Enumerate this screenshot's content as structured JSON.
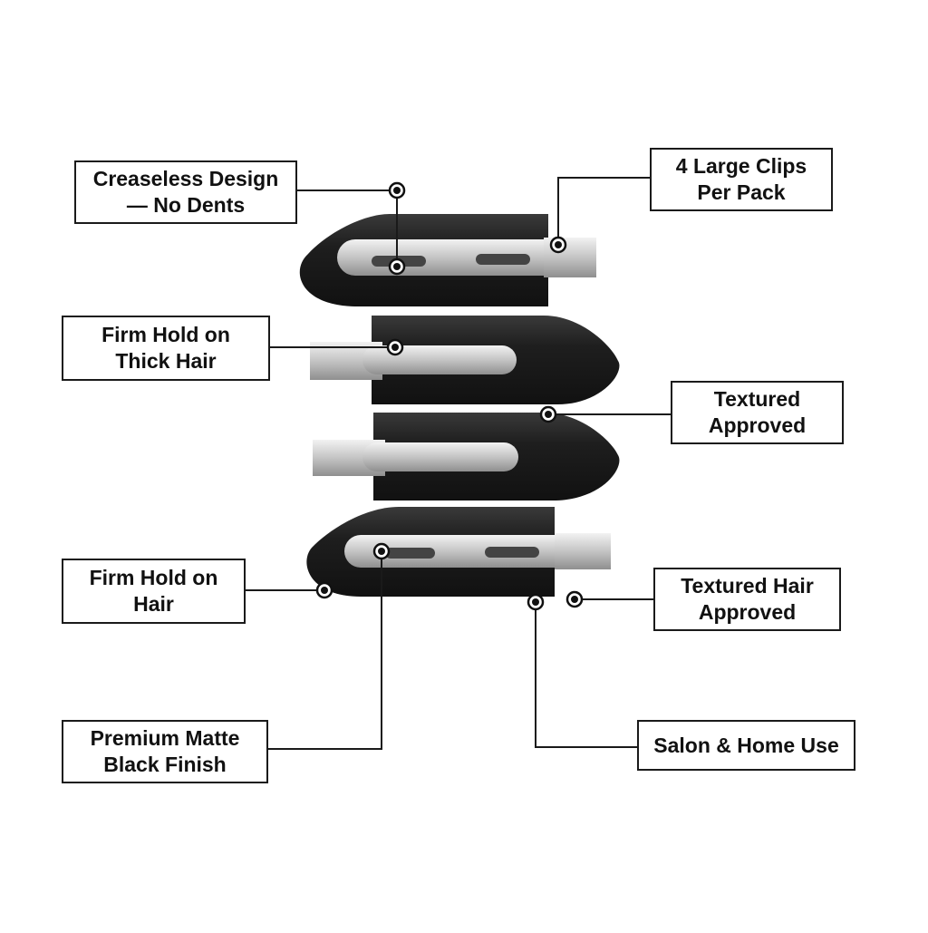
{
  "callouts": {
    "creaseless": "Creaseless Design\n— No Dents",
    "four_clips": "4 Large Clips\nPer Pack",
    "firm_hold_thick": "Firm Hold on\nThick Hair",
    "textured_approved": "Textured\nApproved",
    "firm_hold_hair": "Firm Hold on\nHair",
    "textured_hair_approved": "Textured Hair\nApproved",
    "matte_finish": "Premium Matte\nBlack Finish",
    "salon_home": "Salon & Home Use"
  },
  "colors": {
    "clip_body": "#1c1c1c",
    "clip_highlight": "#3a3a3a",
    "metal": "#c9c9c9",
    "metal_dark": "#8f8f8f",
    "line": "#1a1a1a",
    "background": "#ffffff"
  }
}
